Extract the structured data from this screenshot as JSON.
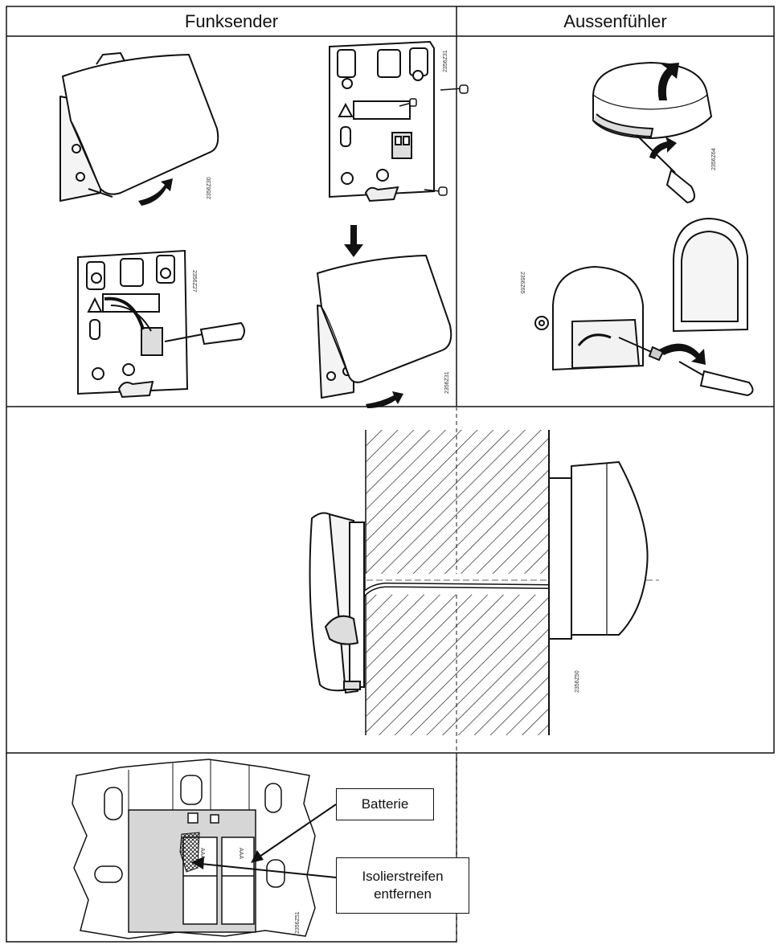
{
  "headers": {
    "left": "Funksender",
    "right": "Aussenfühler"
  },
  "figure_codes": {
    "cover_open": "2356Z30",
    "base_screws": "2356Z31",
    "wiring": "2356Z27",
    "cover_close": "2356Z31",
    "sensor_open": "2356Z64",
    "sensor_mount": "2356Z65",
    "wall_section": "2356Z50",
    "battery": "2356Z51"
  },
  "callouts": {
    "battery": "Batterie",
    "strip_line1": "Isolierstreifen",
    "strip_line2": "entfernen"
  },
  "battery_label": "AAA",
  "colors": {
    "line": "#111111",
    "grey_fill": "#d6d6d6",
    "background": "#ffffff"
  }
}
